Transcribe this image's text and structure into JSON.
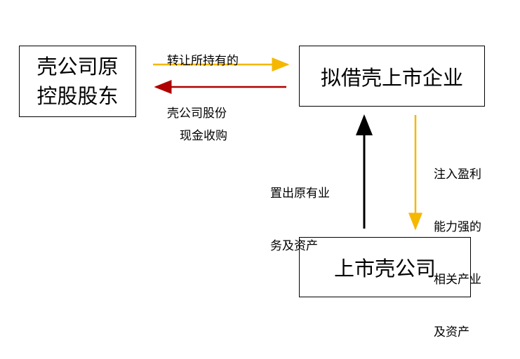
{
  "nodes": {
    "controller": {
      "line1": "壳公司原",
      "line2": "控股股东"
    },
    "enterprise": {
      "label": "拟借壳上市企业"
    },
    "shell": {
      "label": "上市壳公司"
    }
  },
  "edges": {
    "transfer": {
      "line1": "转让所持有的",
      "line2": "壳公司股份",
      "color": "#F5B700"
    },
    "cash": {
      "label": "现金收购",
      "color": "#B00000"
    },
    "divest": {
      "line1": "置出原有业",
      "line2": "务及资产",
      "color": "#000000"
    },
    "inject": {
      "line1": "注入盈利",
      "line2": "能力强的",
      "line3": "相关产业",
      "line4": "及资产",
      "color": "#F5B700"
    }
  }
}
